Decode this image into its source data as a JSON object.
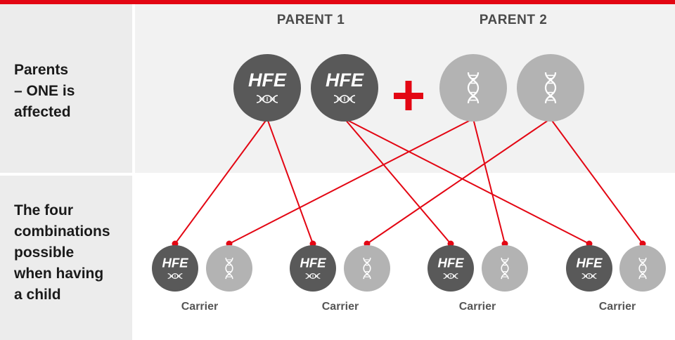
{
  "row_labels": {
    "parents": "Parents\n– ONE is\naffected",
    "combinations": "The four\ncombinations\npossible\nwhen having\na child"
  },
  "parents": [
    {
      "title": "PARENT 1",
      "genes": [
        "HFE",
        "HFE"
      ]
    },
    {
      "title": "PARENT 2",
      "genes": [
        "normal",
        "normal"
      ]
    }
  ],
  "plus_symbol": "+",
  "children": [
    {
      "genes": [
        "HFE",
        "normal"
      ],
      "label": "Carrier"
    },
    {
      "genes": [
        "HFE",
        "normal"
      ],
      "label": "Carrier"
    },
    {
      "genes": [
        "HFE",
        "normal"
      ],
      "label": "Carrier"
    },
    {
      "genes": [
        "HFE",
        "normal"
      ],
      "label": "Carrier"
    }
  ],
  "gene_text": "HFE",
  "colors": {
    "accent": "#e30613",
    "affected_gene": "#595959",
    "normal_gene": "#b3b3b3"
  },
  "icons": {
    "affected": "hfe-dna-icon",
    "normal": "dna-helix-icon"
  }
}
